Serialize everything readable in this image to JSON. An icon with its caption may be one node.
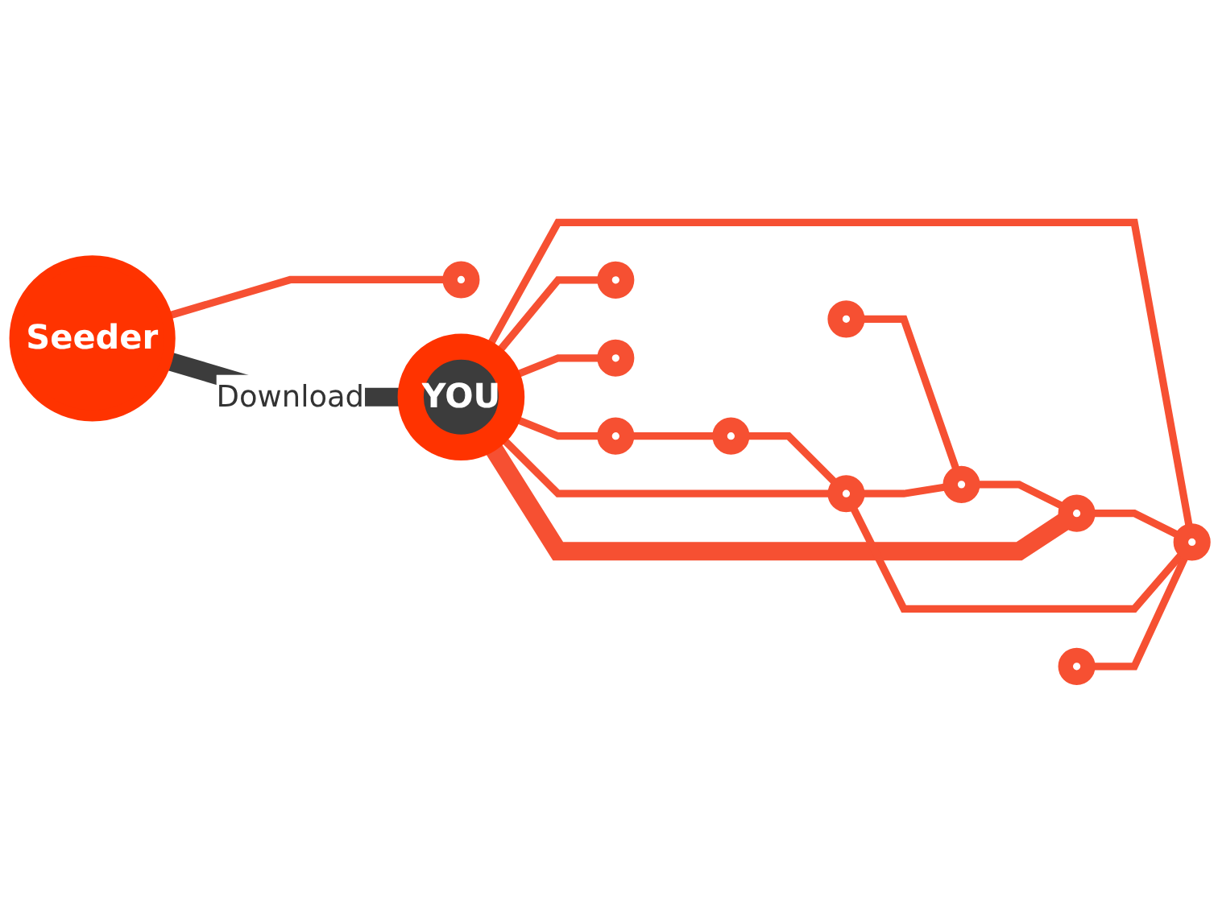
{
  "diagram": {
    "nodes": [
      {
        "text": [],
        "shape": "circle"
      },
      {
        "text": [],
        "shape": "circle"
      },
      {
        "text": [
          "Seeder"
        ]
      },
      {
        "text": [],
        "shape": "circle"
      },
      {
        "text": [],
        "shape": "circle"
      },
      {
        "text": [],
        "shape": "circle"
      },
      {
        "text": [],
        "shape": "circle"
      },
      {
        "text": [
          "YOU"
        ]
      },
      {
        "text": [],
        "shape": "circle"
      },
      {
        "text": [],
        "shape": "circle"
      },
      {
        "text": [],
        "shape": "circle"
      },
      {
        "text": [],
        "shape": "circle"
      },
      {
        "text": [],
        "shape": "circle"
      }
    ],
    "edges": [
      {
        "from": 3,
        "to": 0,
        "arrow": "none"
      },
      {
        "from": 7,
        "to": 3,
        "arrow": "none"
      },
      {
        "from": 0,
        "to": 6,
        "arrow": "none"
      },
      {
        "from": 1,
        "to": 5,
        "arrow": "none"
      },
      {
        "from": 2,
        "to": 4,
        "arrow": "none"
      },
      {
        "from": 2,
        "to": 7,
        "arrow": "to",
        "label": "Download",
        "style": "thick",
        "color": "#3c3c3c"
      },
      {
        "from": 7,
        "to": 8,
        "arrow": "none"
      },
      {
        "from": 7,
        "to": 6,
        "arrow": "none"
      },
      {
        "from": 6,
        "to": 5,
        "arrow": "none"
      },
      {
        "from": 5,
        "to": 9,
        "arrow": "none"
      },
      {
        "from": 7,
        "to": 9,
        "arrow": "none",
        "style": "thick"
      },
      {
        "from": 7,
        "to": 12,
        "arrow": "none"
      },
      {
        "from": 9,
        "to": 12,
        "arrow": "none"
      },
      {
        "from": 6,
        "to": 12,
        "arrow": "none"
      },
      {
        "from": 7,
        "to": 10,
        "arrow": "none"
      },
      {
        "from": 11,
        "to": 12,
        "arrow": "none"
      }
    ]
  }
}
